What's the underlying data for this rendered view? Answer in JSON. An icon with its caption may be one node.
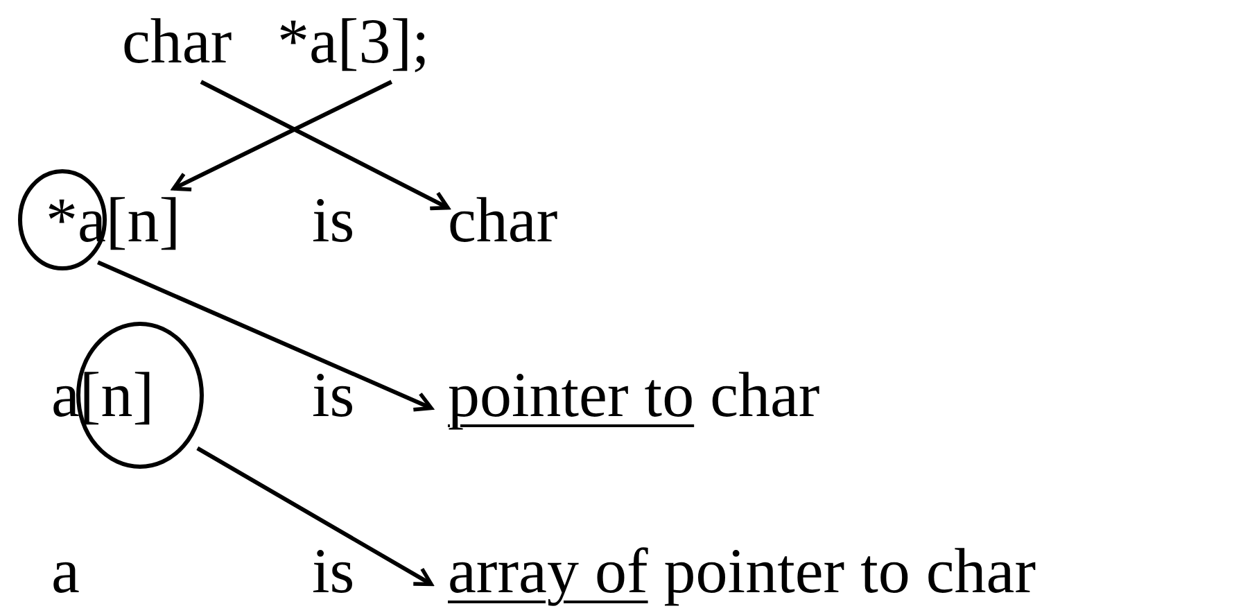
{
  "diagram": {
    "nodes": [
      {
        "text": [
          "char"
        ]
      },
      {
        "text": [
          "*a[3];"
        ]
      },
      {
        "text": [
          "*a[n]"
        ]
      },
      {
        "text": [],
        "shape": "circle"
      },
      {
        "text": [
          "char"
        ]
      },
      {
        "text": [
          "a[n]"
        ]
      },
      {
        "text": [],
        "shape": "circle"
      },
      {
        "text": [
          "pointer to",
          "char"
        ]
      },
      {
        "text": [
          "array of",
          "pointer to char"
        ]
      }
    ],
    "edges": [
      {
        "from": 0,
        "to": 4,
        "arrow": "to"
      },
      {
        "from": 1,
        "to": 2,
        "arrow": "to"
      },
      {
        "from": 3,
        "to": 7,
        "arrow": "to"
      },
      {
        "from": 6,
        "to": 8,
        "arrow": "to"
      }
    ],
    "labels": [
      "is",
      "is",
      "a",
      "is"
    ]
  }
}
